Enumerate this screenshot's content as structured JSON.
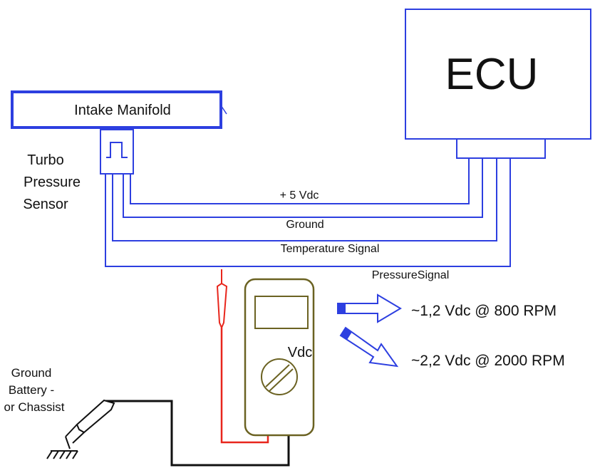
{
  "labels": {
    "ecu": "ECU",
    "intake_manifold": "Intake Manifold",
    "sensor_line1": "Turbo",
    "sensor_line2": "Pressure",
    "sensor_line3": "Sensor",
    "wire_5v": "+ 5 Vdc",
    "wire_ground": "Ground",
    "wire_temp": "Temperature Signal",
    "wire_pressure": "PressureSignal",
    "meter_unit": "Vdc",
    "reading_low": "~1,2 Vdc @ 800 RPM",
    "reading_high": "~2,2 Vdc @ 2000 RPM",
    "ground_line1": "Ground",
    "ground_line2": "Battery -",
    "ground_line3": "or Chassist"
  },
  "colors": {
    "wire_blue": "#2d3fe0",
    "probe_red": "#e8261c",
    "ground_black": "#111111",
    "meter_olive": "#6b6222"
  },
  "icons": {
    "sensor": "pressure-sensor-icon",
    "multimeter": "multimeter-icon",
    "probe": "probe-icon",
    "ground": "ground-symbol-icon",
    "arrow": "arrow-right-icon"
  }
}
